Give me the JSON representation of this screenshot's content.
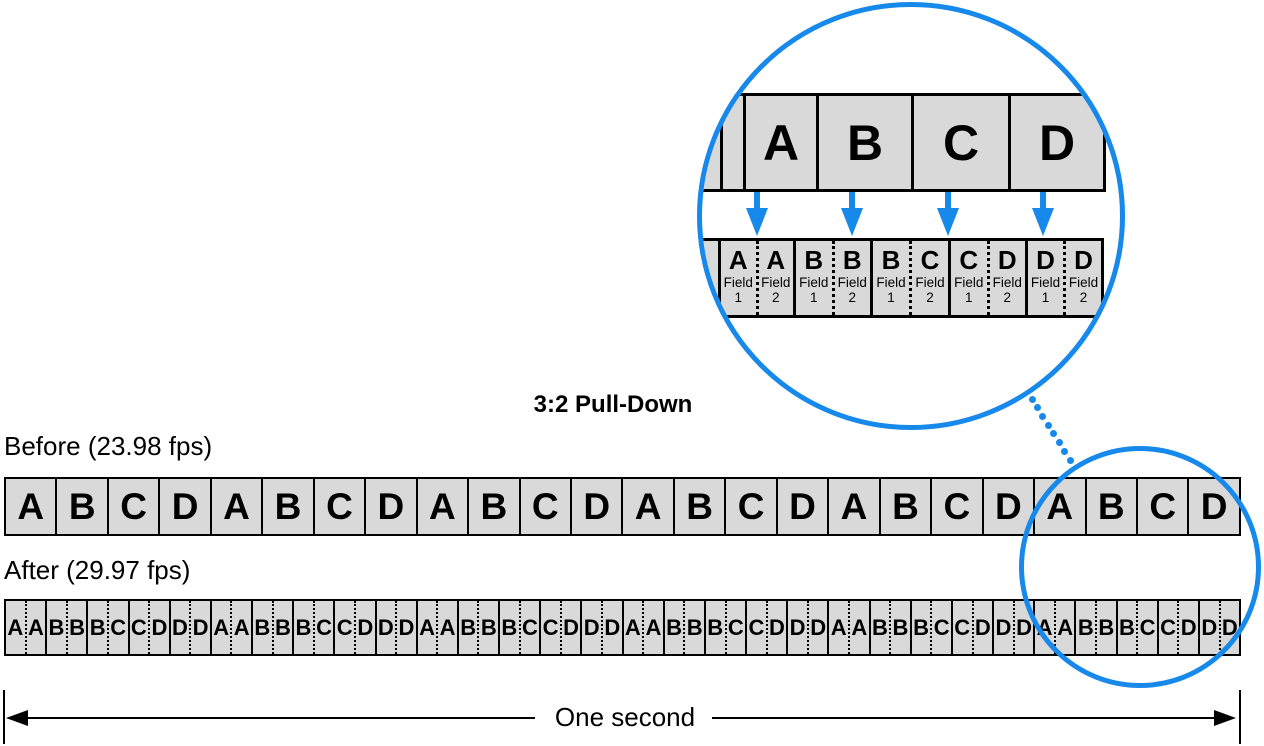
{
  "diagram_title": "3:2 Pull-Down",
  "colors": {
    "accent_blue": "#1789EB",
    "box_fill": "#D9D9D9",
    "line_black": "#000000"
  },
  "magnifier": {
    "frames": [
      "A",
      "B",
      "C",
      "D"
    ],
    "field_word": "Field",
    "field_numbers": [
      "1",
      "2"
    ],
    "pairs": [
      [
        "A",
        "A"
      ],
      [
        "B",
        "B"
      ],
      [
        "B",
        "C"
      ],
      [
        "C",
        "D"
      ],
      [
        "D",
        "D"
      ]
    ]
  },
  "before": {
    "label": "Before (23.98 fps)",
    "frames": [
      "A",
      "B",
      "C",
      "D",
      "A",
      "B",
      "C",
      "D",
      "A",
      "B",
      "C",
      "D",
      "A",
      "B",
      "C",
      "D",
      "A",
      "B",
      "C",
      "D",
      "A",
      "B",
      "C",
      "D"
    ]
  },
  "after": {
    "label": "After (29.97 fps)",
    "pairs": [
      [
        "A",
        "A"
      ],
      [
        "B",
        "B"
      ],
      [
        "B",
        "C"
      ],
      [
        "C",
        "D"
      ],
      [
        "D",
        "D"
      ],
      [
        "A",
        "A"
      ],
      [
        "B",
        "B"
      ],
      [
        "B",
        "C"
      ],
      [
        "C",
        "D"
      ],
      [
        "D",
        "D"
      ],
      [
        "A",
        "A"
      ],
      [
        "B",
        "B"
      ],
      [
        "B",
        "C"
      ],
      [
        "C",
        "D"
      ],
      [
        "D",
        "D"
      ],
      [
        "A",
        "A"
      ],
      [
        "B",
        "B"
      ],
      [
        "B",
        "C"
      ],
      [
        "C",
        "D"
      ],
      [
        "D",
        "D"
      ],
      [
        "A",
        "A"
      ],
      [
        "B",
        "B"
      ],
      [
        "B",
        "C"
      ],
      [
        "C",
        "D"
      ],
      [
        "D",
        "D"
      ],
      [
        "A",
        "A"
      ],
      [
        "B",
        "B"
      ],
      [
        "B",
        "C"
      ],
      [
        "C",
        "D"
      ],
      [
        "D",
        "D"
      ]
    ]
  },
  "footer": {
    "label": "One second"
  }
}
